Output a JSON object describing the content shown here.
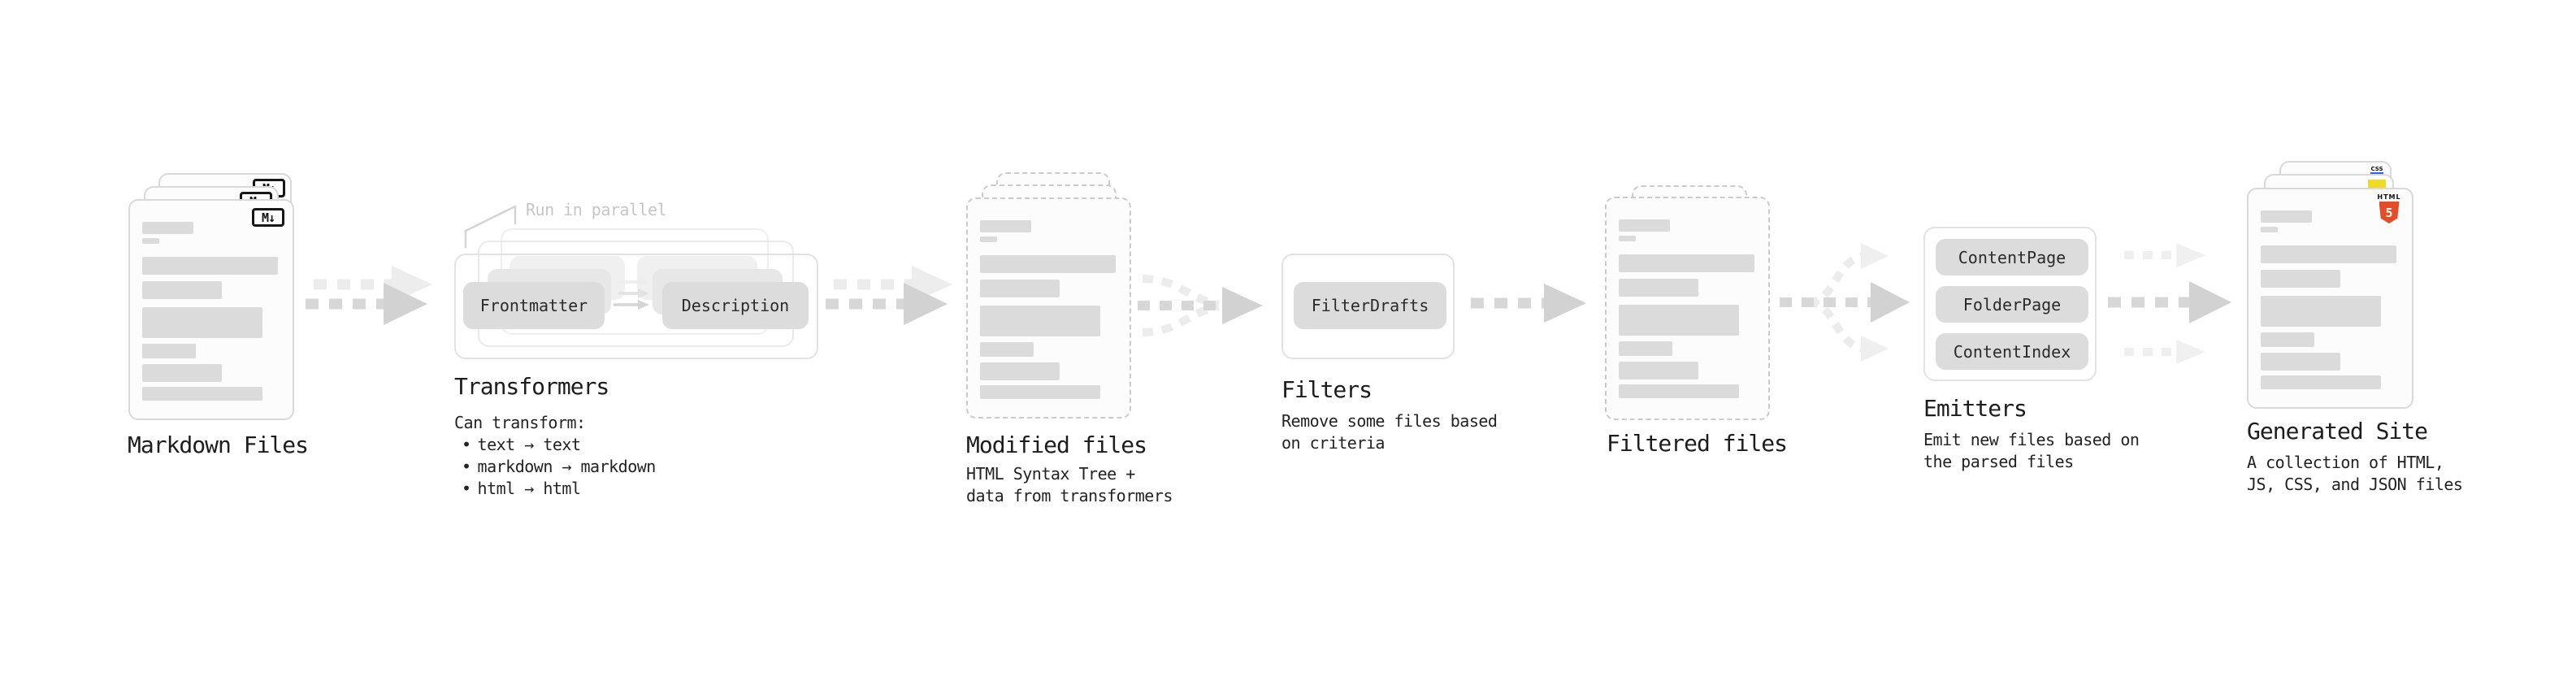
{
  "stages": {
    "markdown": {
      "label": "Markdown Files",
      "badge": "M↓"
    },
    "transformers": {
      "label": "Transformers",
      "annotation": "Run in parallel",
      "pills": [
        "Frontmatter",
        "Description"
      ],
      "desc_title": "Can transform:",
      "bullets": [
        "text → text",
        "markdown → markdown",
        "html → html"
      ]
    },
    "modified": {
      "label": "Modified files",
      "description": "HTML Syntax Tree +\ndata from transformers"
    },
    "filters": {
      "label": "Filters",
      "pills": [
        "FilterDrafts"
      ],
      "description": "Remove some files based\non criteria"
    },
    "filtered": {
      "label": "Filtered files"
    },
    "emitters": {
      "label": "Emitters",
      "pills": [
        "ContentPage",
        "FolderPage",
        "ContentIndex"
      ],
      "description": "Emit new files based on\nthe parsed files"
    },
    "generated": {
      "label": "Generated Site",
      "description": "A collection of HTML,\nJS, CSS, and JSON files",
      "badges": {
        "html_word": "HTML",
        "html_number": "5",
        "css_word": "CSS"
      }
    }
  },
  "ui": {
    "bullet": "•"
  },
  "colors": {
    "html5_orange": "#e44d26",
    "js_yellow": "#f0db24",
    "css_blue": "#2965f1",
    "pill_gray": "#dcdcdc",
    "arrow_dark": "#d2d2d2",
    "arrow_light": "#ededed",
    "text_dark": "#1d1d1d",
    "annotation_gray": "#c6c6c6"
  }
}
